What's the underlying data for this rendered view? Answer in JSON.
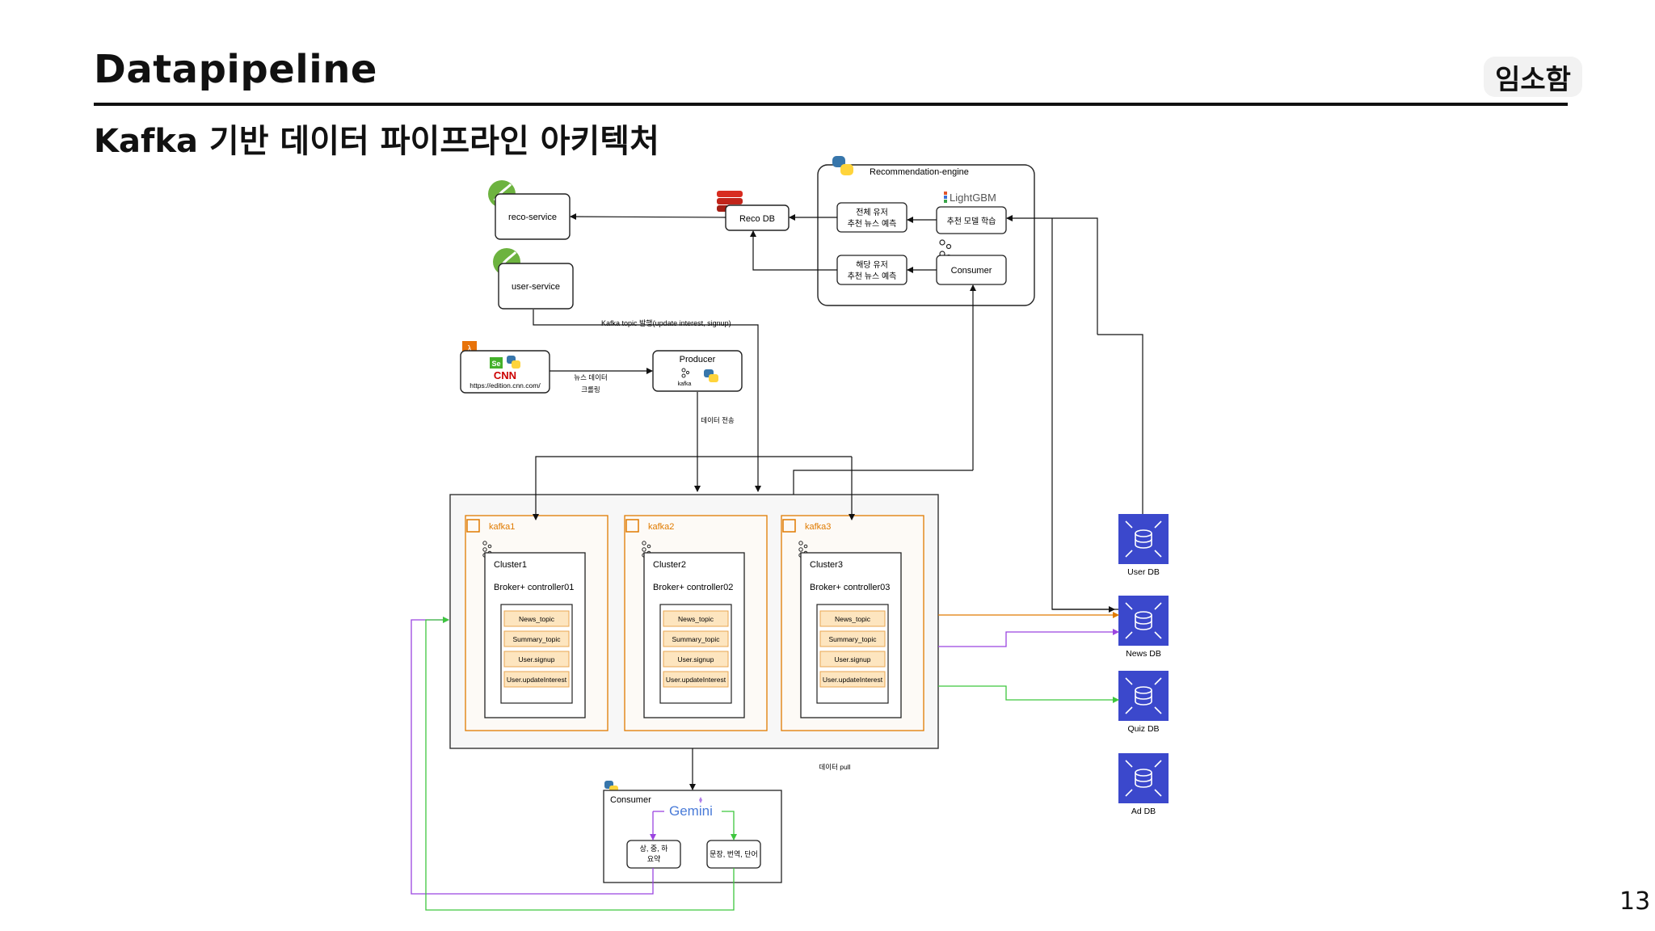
{
  "header": {
    "title": "Datapipeline",
    "author": "임소함",
    "subtitle": "Kafka 기반 데이터 파이프라인 아키텍처"
  },
  "page_number": "13",
  "colors": {
    "orange": "#e07b00",
    "purple": "#9b45e0",
    "green": "#3ec63e",
    "aws_blue": "#3b48cc"
  },
  "services": {
    "reco": "reco-service",
    "user": "user-service",
    "reco_db": "Reco DB"
  },
  "engine": {
    "title": "Recommendation-engine",
    "lightgbm": "LightGBM",
    "all_users_l1": "전체 유저",
    "all_users_l2": "추천 뉴스 예측",
    "train": "추천 모델 학습",
    "target_l1": "해당 유저",
    "target_l2": "추천 뉴스 예측",
    "consumer": "Consumer"
  },
  "edges": {
    "kafka_topic": "Kafka topic 발행(update interest, signup)",
    "crawl_l1": "뉴스 데이터",
    "crawl_l2": "크롤링",
    "transfer": "데이터 전송",
    "pull": "데이터 pull"
  },
  "crawler": {
    "cnn": "CNN",
    "url": "https://edition.cnn.com/",
    "se": "Se"
  },
  "producer": {
    "title": "Producer",
    "kafka": "kafka"
  },
  "brokers": [
    {
      "name": "kafka1",
      "cluster": "Cluster1",
      "broker": "Broker+ controller01"
    },
    {
      "name": "kafka2",
      "cluster": "Cluster2",
      "broker": "Broker+ controller02"
    },
    {
      "name": "kafka3",
      "cluster": "Cluster3",
      "broker": "Broker+ controller03"
    }
  ],
  "topics": [
    "News_topic",
    "Summary_topic",
    "User.signup",
    "User.updateInterest"
  ],
  "databases": [
    "User DB",
    "News DB",
    "Quiz DB",
    "Ad DB"
  ],
  "consumer_box": {
    "title": "Consumer",
    "gemini": "Gemini",
    "summary_l1": "상, 중, 하",
    "summary_l2": "요약",
    "quiz": "문장, 번역, 단어"
  }
}
